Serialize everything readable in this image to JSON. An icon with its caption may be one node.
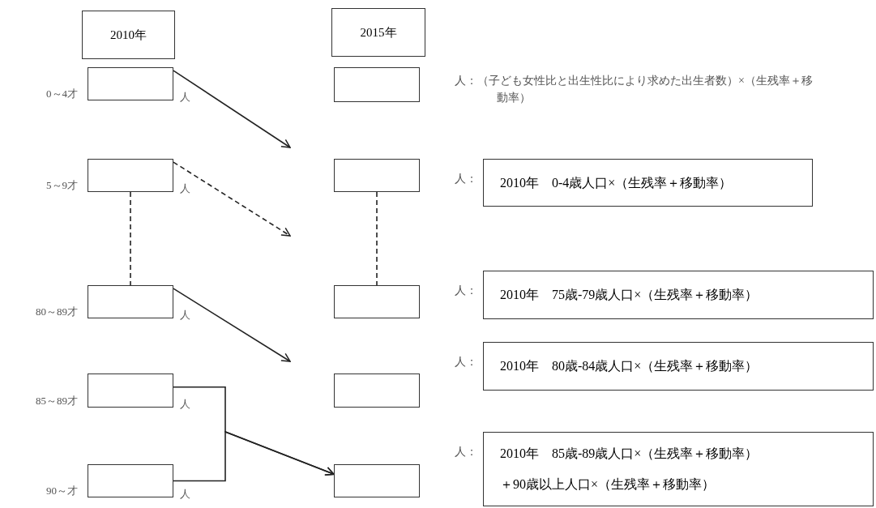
{
  "diagram": {
    "nodes": [
      {
        "text": [
          "2010年"
        ]
      },
      {
        "text": [
          "2015年"
        ]
      },
      {
        "text": [],
        "shape": "box",
        "beside": [
          "0～4才",
          "人"
        ]
      },
      {
        "text": [],
        "shape": "box",
        "beside": [
          "人：（子ども女性比と出生性比により求めた出生者数）×（生残率＋移動率）"
        ]
      },
      {
        "text": [],
        "shape": "box",
        "beside": [
          "5～9才",
          "人"
        ]
      },
      {
        "text": [],
        "shape": "box"
      },
      {
        "text": [
          "2010年　0-4歳人口×（生残率＋移動率）"
        ],
        "beside": [
          "人："
        ]
      },
      {
        "text": [],
        "shape": "box",
        "beside": [
          "80～89才",
          "人"
        ]
      },
      {
        "text": [],
        "shape": "box"
      },
      {
        "text": [
          "2010年　75歳-79歳人口×（生残率＋移動率）"
        ],
        "beside": [
          "人："
        ]
      },
      {
        "text": [],
        "shape": "box",
        "beside": [
          "85～89才",
          "人"
        ]
      },
      {
        "text": [],
        "shape": "box"
      },
      {
        "text": [
          "2010年　80歳-84歳人口×（生残率＋移動率）"
        ],
        "beside": [
          "人："
        ]
      },
      {
        "text": [],
        "shape": "box",
        "beside": [
          "90～才",
          "人"
        ]
      },
      {
        "text": [],
        "shape": "box"
      },
      {
        "text": [
          "2010年　85歳-89歳人口×（生残率＋移動率）",
          "＋90歳以上人口×（生残率＋移動率）"
        ],
        "beside": [
          "人："
        ]
      }
    ],
    "edges": [
      {
        "from": 2,
        "to": null,
        "arrow": "to"
      },
      {
        "from": 4,
        "to": null,
        "arrow": "to",
        "style": "dashed"
      },
      {
        "from": 7,
        "to": null,
        "arrow": "to"
      },
      {
        "from": 10,
        "to": 14,
        "arrow": "to"
      },
      {
        "from": 13,
        "to": 14,
        "arrow": "to"
      },
      {
        "from": 4,
        "to": 7,
        "arrow": "none",
        "style": "dashed"
      },
      {
        "from": 5,
        "to": 8,
        "arrow": "none",
        "style": "dashed"
      }
    ]
  }
}
